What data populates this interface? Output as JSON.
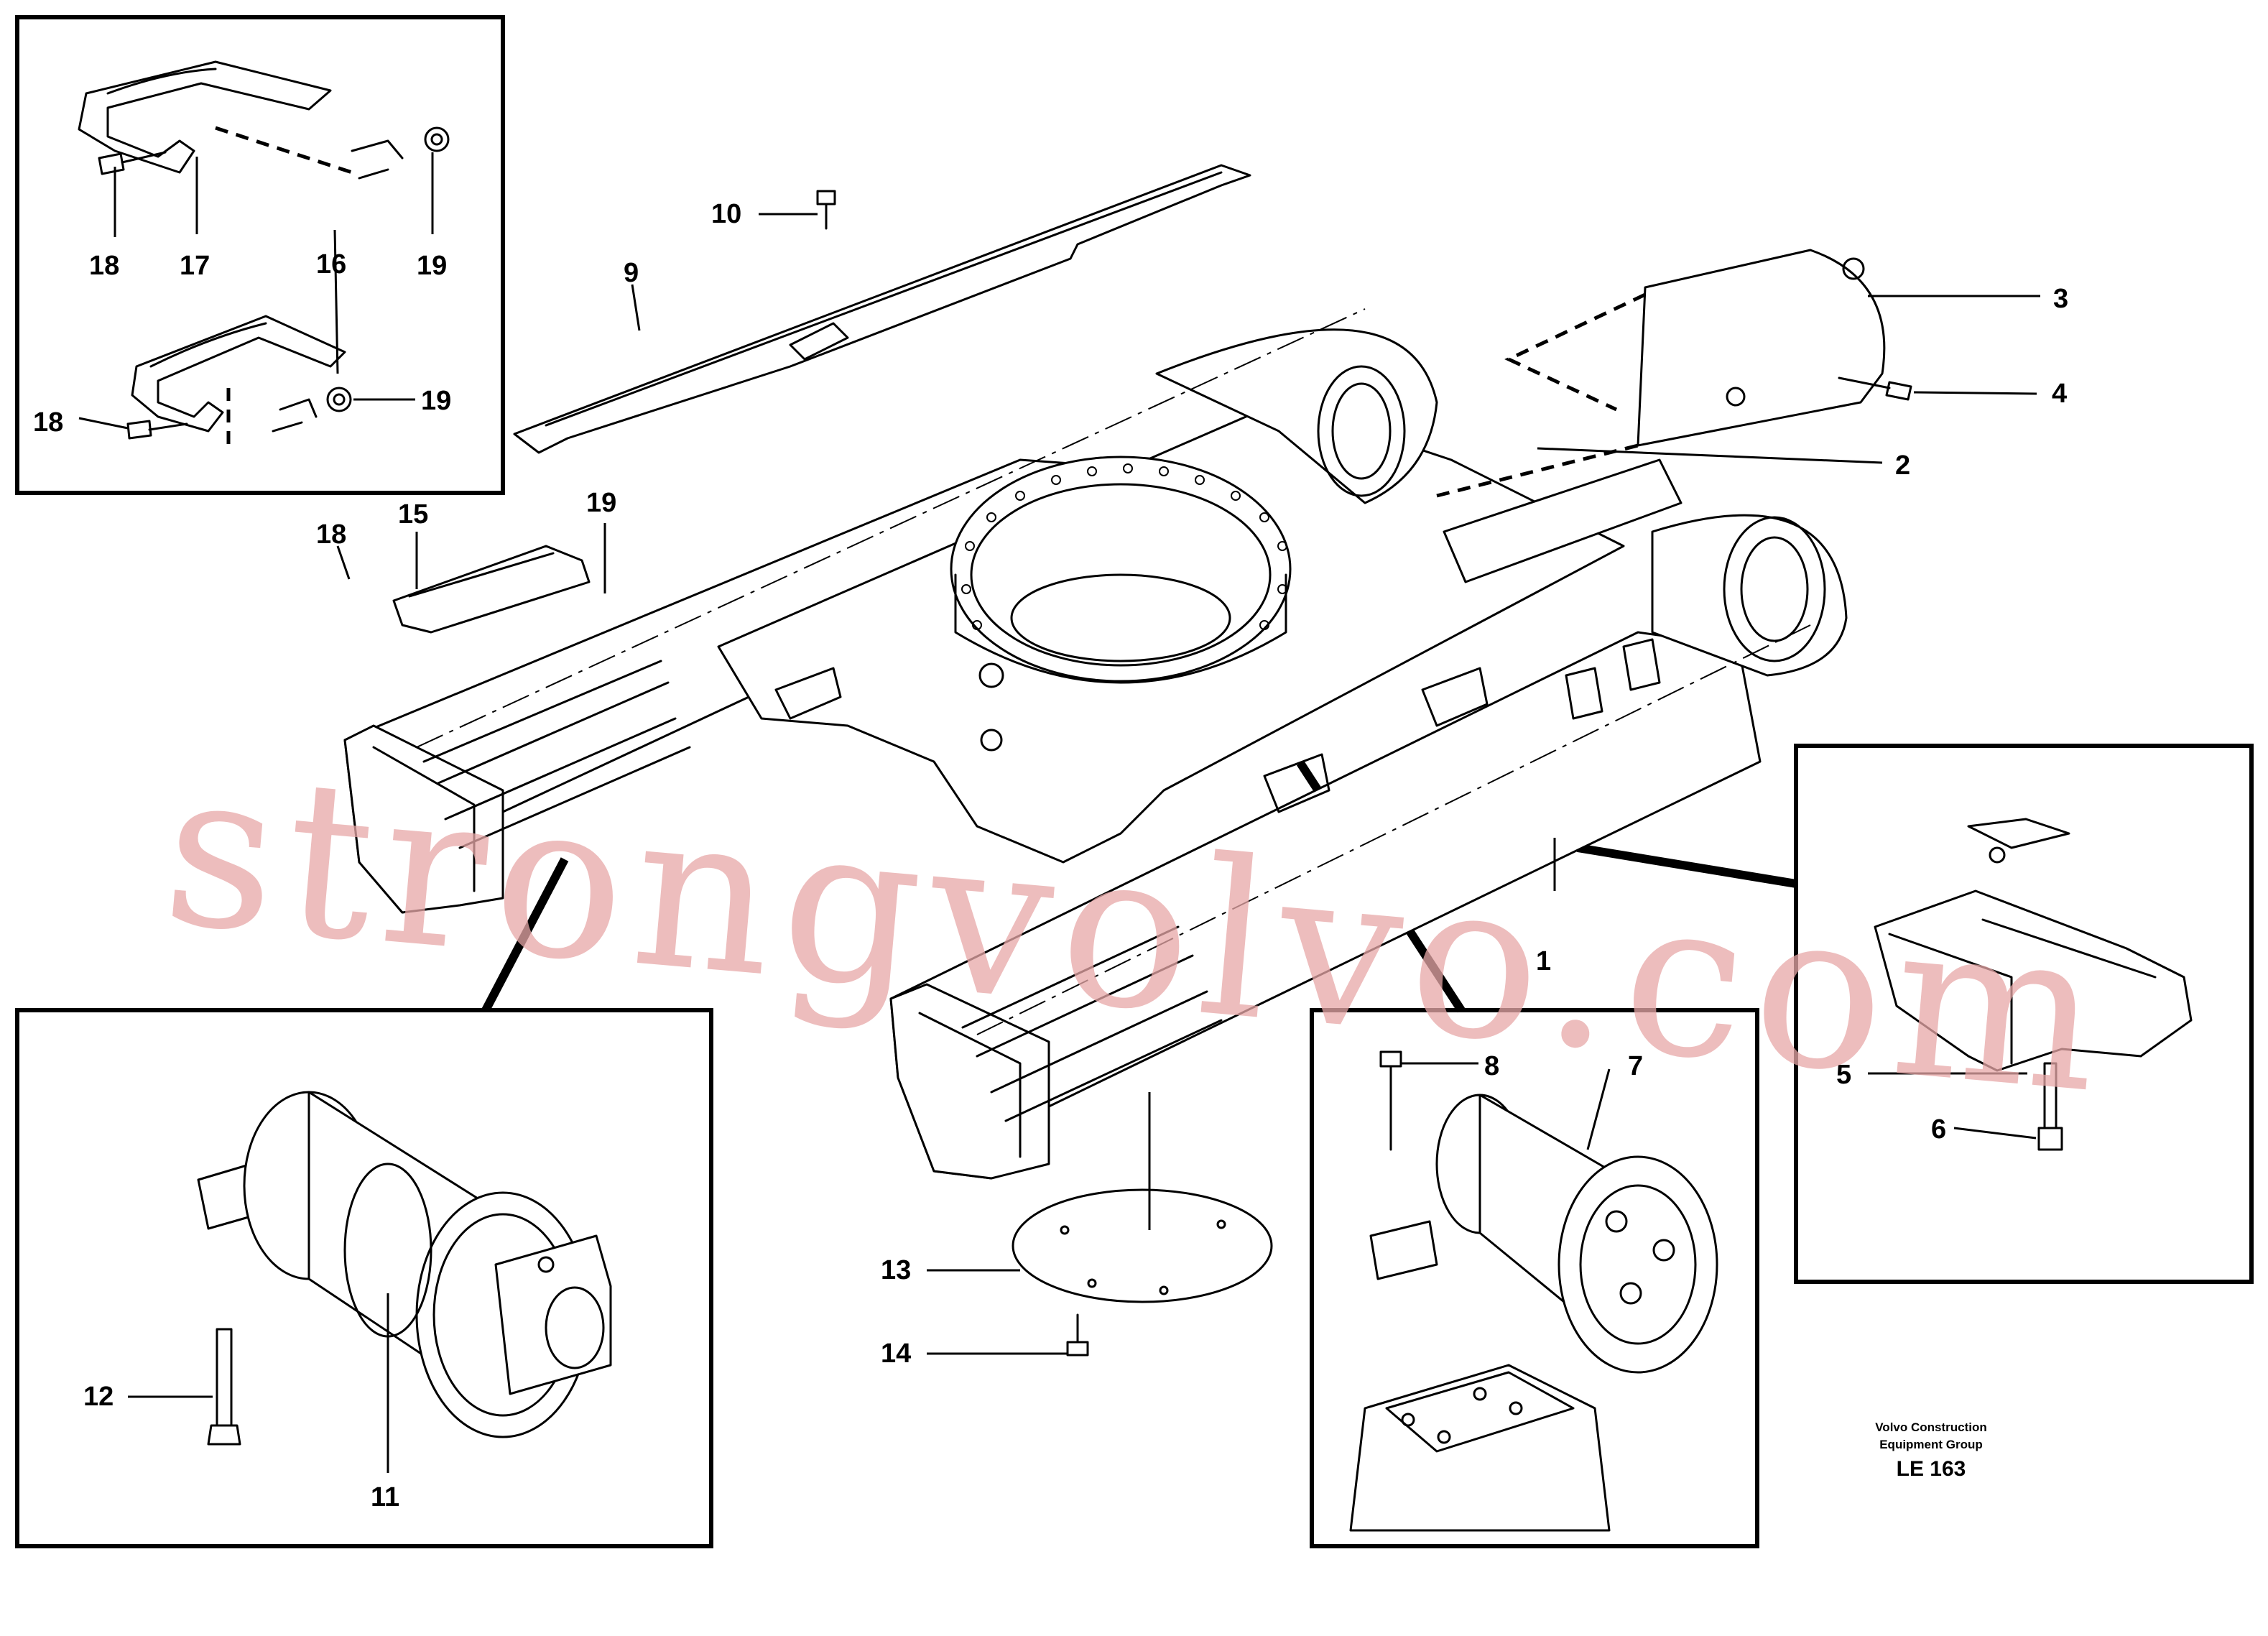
{
  "diagram": {
    "callouts": [
      "1",
      "2",
      "3",
      "4",
      "5",
      "6",
      "7",
      "8",
      "9",
      "10",
      "11",
      "12",
      "13",
      "14",
      "15",
      "16",
      "17",
      "18",
      "19"
    ],
    "credit_line_1": "Volvo Construction",
    "credit_line_2": "Equipment Group",
    "figure_code": "LE 163",
    "watermark": "strongvolvo.com",
    "colors": {
      "ink": "#000000",
      "watermark": "#e8a8a8",
      "background": "#ffffff"
    }
  }
}
